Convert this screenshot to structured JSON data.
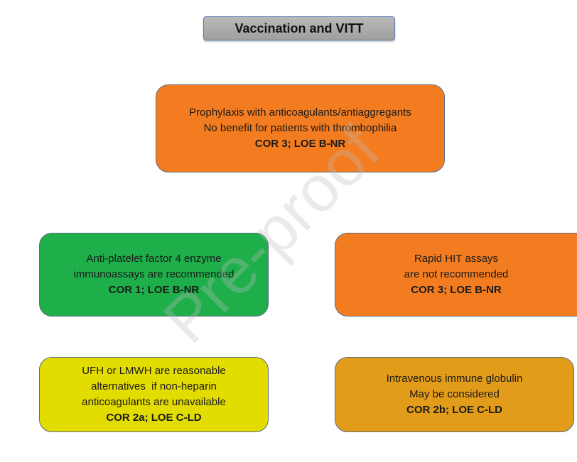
{
  "title": "Vaccination and VITT",
  "colors": {
    "orange": "#f47c20",
    "green": "#1eae4a",
    "yellow": "#e3dc00",
    "amber": "#e39c1a",
    "title_gray": "#a6a6a6",
    "border": "#5d6a80"
  },
  "boxes": {
    "prophylaxis": {
      "line1": "Prophylaxis with anticoagulants/antiaggregants",
      "line2": "No benefit for patients with thrombophilia",
      "rating": "COR 3; LOE B-NR"
    },
    "pf4": {
      "line1": "Anti-platelet factor 4 enzyme",
      "line2": "immunoassays are recommended",
      "rating": "COR 1; LOE B-NR"
    },
    "hit": {
      "line1": "Rapid HIT assays",
      "line2": "are not recommended",
      "rating": "COR 3; LOE B-NR"
    },
    "ufh": {
      "line1": "UFH or LMWH are reasonable",
      "line2": "alternatives  if non-heparin",
      "line3": "anticoagulants are unavailable",
      "rating": "COR 2a; LOE C-LD"
    },
    "ivig": {
      "line1": "Intravenous immune globulin",
      "line2": "May be considered",
      "rating": "COR 2b; LOE C-LD"
    }
  },
  "watermark": "Pre-proof"
}
